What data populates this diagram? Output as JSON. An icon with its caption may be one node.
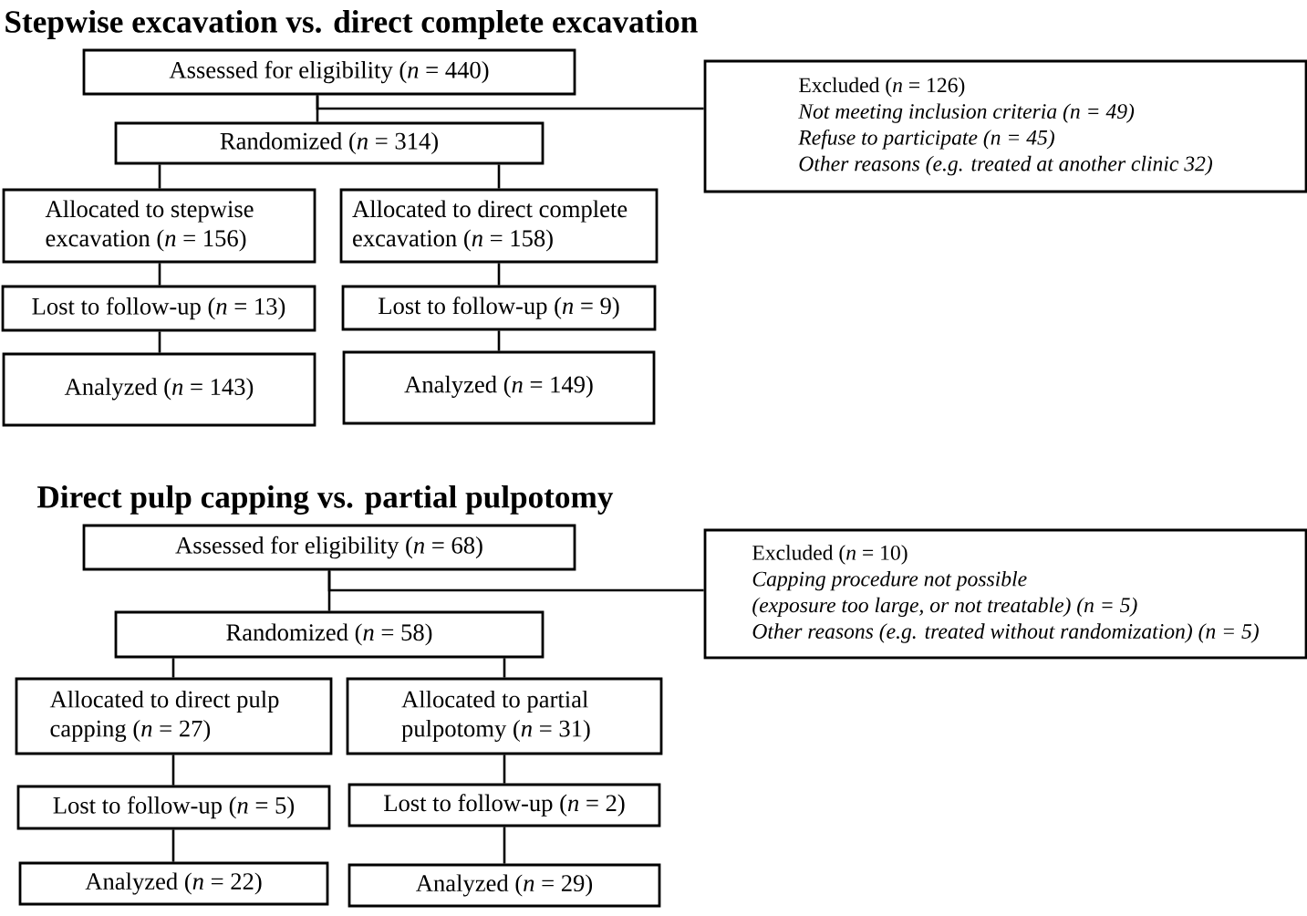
{
  "diagram": {
    "nodes": [
      {
        "text": [
          "Assessed for eligibility (*n* = 440)"
        ]
      },
      {
        "text": [
          "Excluded (*n* = 126)",
          "Not meeting inclusion criteria (n = 49)",
          "Refuse to participate (n = 45)",
          "Other reasons (e.g. treated at another clinic 32)"
        ]
      },
      {
        "text": [
          "Randomized (*n* = 314)"
        ]
      },
      {
        "text": [
          "Allocated to stepwise excavation (*n* = 156)"
        ]
      },
      {
        "text": [
          "Allocated to direct complete excavation (*n* = 158)"
        ]
      },
      {
        "text": [
          "Lost to follow-up (*n* = 13)"
        ]
      },
      {
        "text": [
          "Lost to follow-up (*n* = 9)"
        ]
      },
      {
        "text": [
          "Analyzed (*n* = 143)"
        ]
      },
      {
        "text": [
          "Analyzed (*n* = 149)"
        ]
      },
      {
        "text": [
          "Assessed for eligibility (*n* = 68)"
        ]
      },
      {
        "text": [
          "Excluded (*n* = 10)",
          "Capping procedure not possible",
          "(exposure too large, or not treatable) (n = 5)",
          "Other reasons (e.g. treated without randomization) (n = 5)"
        ]
      },
      {
        "text": [
          "Randomized (*n* = 58)"
        ]
      },
      {
        "text": [
          "Allocated to direct pulp capping (*n* = 27)"
        ]
      },
      {
        "text": [
          "Allocated to partial pulpotomy (*n* = 31)"
        ]
      },
      {
        "text": [
          "Lost to follow-up (*n* = 5)"
        ]
      },
      {
        "text": [
          "Lost to follow-up (*n* = 2)"
        ]
      },
      {
        "text": [
          "Analyzed (*n* = 22)"
        ]
      },
      {
        "text": [
          "Analyzed (*n* = 29)"
        ]
      }
    ],
    "edges": [
      {
        "from": 0,
        "to": 2,
        "arrow": "none"
      },
      {
        "from": 0,
        "to": 1,
        "arrow": "none"
      },
      {
        "from": 2,
        "to": 3,
        "arrow": "none"
      },
      {
        "from": 2,
        "to": 4,
        "arrow": "none"
      },
      {
        "from": 3,
        "to": 5,
        "arrow": "none"
      },
      {
        "from": 4,
        "to": 6,
        "arrow": "none"
      },
      {
        "from": 5,
        "to": 7,
        "arrow": "none"
      },
      {
        "from": 6,
        "to": 8,
        "arrow": "none"
      },
      {
        "from": 9,
        "to": 11,
        "arrow": "none"
      },
      {
        "from": 9,
        "to": 10,
        "arrow": "none"
      },
      {
        "from": 11,
        "to": 12,
        "arrow": "none"
      },
      {
        "from": 11,
        "to": 13,
        "arrow": "none"
      },
      {
        "from": 12,
        "to": 14,
        "arrow": "none"
      },
      {
        "from": 13,
        "to": 15,
        "arrow": "none"
      },
      {
        "from": 14,
        "to": 16,
        "arrow": "none"
      },
      {
        "from": 15,
        "to": 17,
        "arrow": "none"
      }
    ],
    "labels": [
      "Stepwise excavation vs. direct complete excavation",
      "Direct pulp capping vs. partial pulpotomy"
    ]
  }
}
